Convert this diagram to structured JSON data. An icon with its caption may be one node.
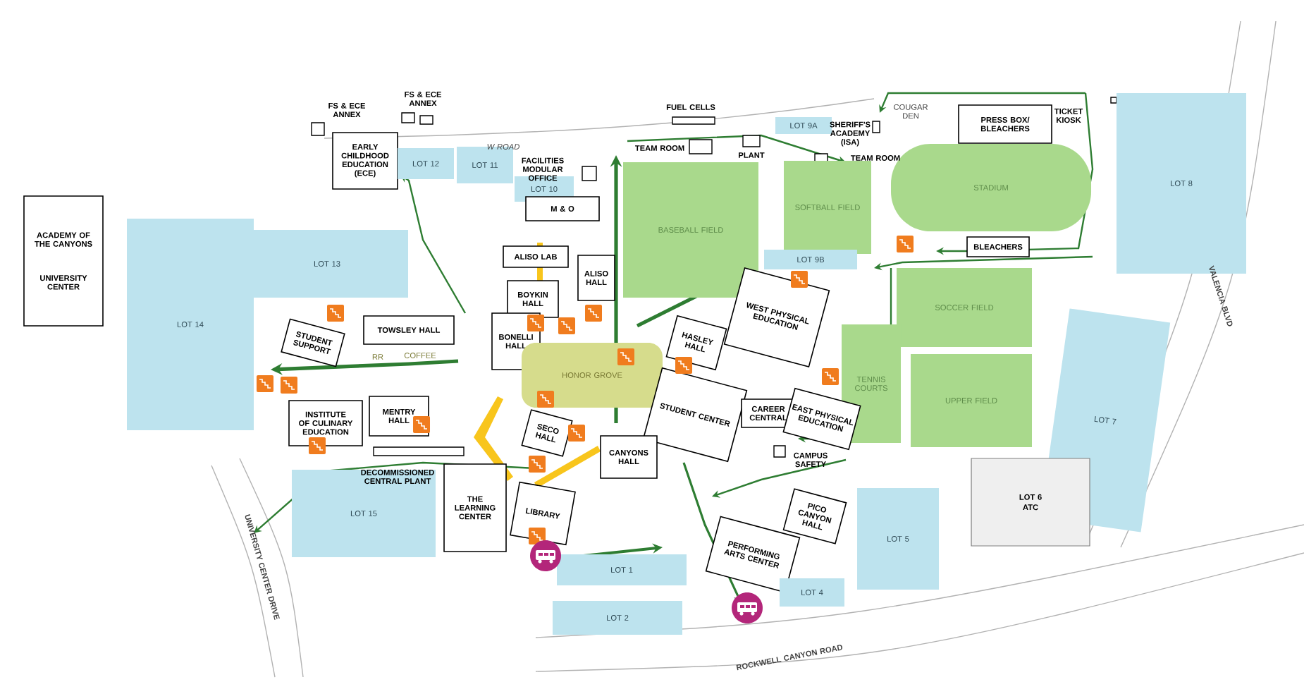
{
  "diagram": {
    "nodes": [
      {
        "text": [
          "ACADEMY OF THE CANYONS",
          "UNIVERSITY CENTER"
        ]
      },
      {
        "text": [
          "EARLY CHILDHOOD EDUCATION (ECE)"
        ]
      },
      {
        "text": [
          "LOT 12"
        ]
      },
      {
        "text": [
          "LOT 11"
        ]
      },
      {
        "text": [
          "LOT 10"
        ]
      },
      {
        "text": [
          "M & O"
        ]
      },
      {
        "text": [
          "LOT 9A"
        ]
      },
      {
        "text": [
          "PRESS BOX/ BLEACHERS"
        ]
      },
      {
        "text": [
          "LOT 8"
        ]
      },
      {
        "text": [
          "STADIUM"
        ]
      },
      {
        "text": [
          "BASEBALL FIELD"
        ]
      },
      {
        "text": [
          "SOFTBALL FIELD"
        ]
      },
      {
        "text": [
          "LOT 14"
        ]
      },
      {
        "text": [
          "LOT 13"
        ]
      },
      {
        "text": [
          "LOT 9B"
        ]
      },
      {
        "text": [
          "BLEACHERS"
        ]
      },
      {
        "text": [
          "ALISO LAB"
        ]
      },
      {
        "text": [
          "ALISO HALL"
        ]
      },
      {
        "text": [
          "BOYKIN HALL"
        ]
      },
      {
        "text": [
          "STUDENT SUPPORT"
        ]
      },
      {
        "text": [
          "TOWSLEY HALL"
        ]
      },
      {
        "text": [
          "BONELLI HALL"
        ]
      },
      {
        "text": [
          "HONOR GROVE"
        ]
      },
      {
        "text": [
          "HASLEY HALL"
        ]
      },
      {
        "text": [
          "WEST PHYSICAL EDUCATION"
        ]
      },
      {
        "text": [
          "SOCCER FIELD"
        ]
      },
      {
        "text": [
          "TENNIS COURTS"
        ]
      },
      {
        "text": [
          "UPPER FIELD"
        ]
      },
      {
        "text": [
          "INSTITUTE OF CULINARY EDUCATION"
        ]
      },
      {
        "text": [
          "MENTRY HALL"
        ]
      },
      {
        "text": [
          "STUDENT CENTER"
        ]
      },
      {
        "text": [
          "CAREER CENTRAL"
        ]
      },
      {
        "text": [
          "EAST PHYSICAL EDUCATION"
        ]
      },
      {
        "text": [
          "SECO HALL"
        ]
      },
      {
        "text": [
          "CANYONS HALL"
        ]
      },
      {
        "text": [
          "THE LEARNING CENTER"
        ]
      },
      {
        "text": [
          "LIBRARY"
        ]
      },
      {
        "text": [
          "LOT 15"
        ]
      },
      {
        "text": [
          "LOT 7"
        ]
      },
      {
        "text": [
          "LOT 6",
          "ATC"
        ]
      },
      {
        "text": [
          "PICO CANYON HALL"
        ]
      },
      {
        "text": [
          "LOT 5"
        ]
      },
      {
        "text": [
          "PERFORMING ARTS CENTER"
        ]
      },
      {
        "text": [
          "LOT 1"
        ]
      },
      {
        "text": [
          "LOT 4"
        ]
      },
      {
        "text": [
          "LOT 2"
        ]
      }
    ],
    "labels": [
      "FS & ECE ANNEX",
      "FS & ECE ANNEX",
      "FUEL CELLS",
      "COUGAR DEN",
      "TICKET KIOSK",
      "SHERIFF'S ACADEMY (ISA)",
      "W ROAD",
      "TEAM ROOM",
      "PLANT",
      "TEAM ROOM",
      "FACILITIES MODULAR OFFICE",
      "RR",
      "COFFEE",
      "CAMPUS SAFETY",
      "DECOMMISSIONED CENTRAL PLANT",
      "VALENCIA BLVD",
      "UNIVERSITY CENTER DRIVE",
      "ROCKWELL CANYON ROAD"
    ]
  }
}
